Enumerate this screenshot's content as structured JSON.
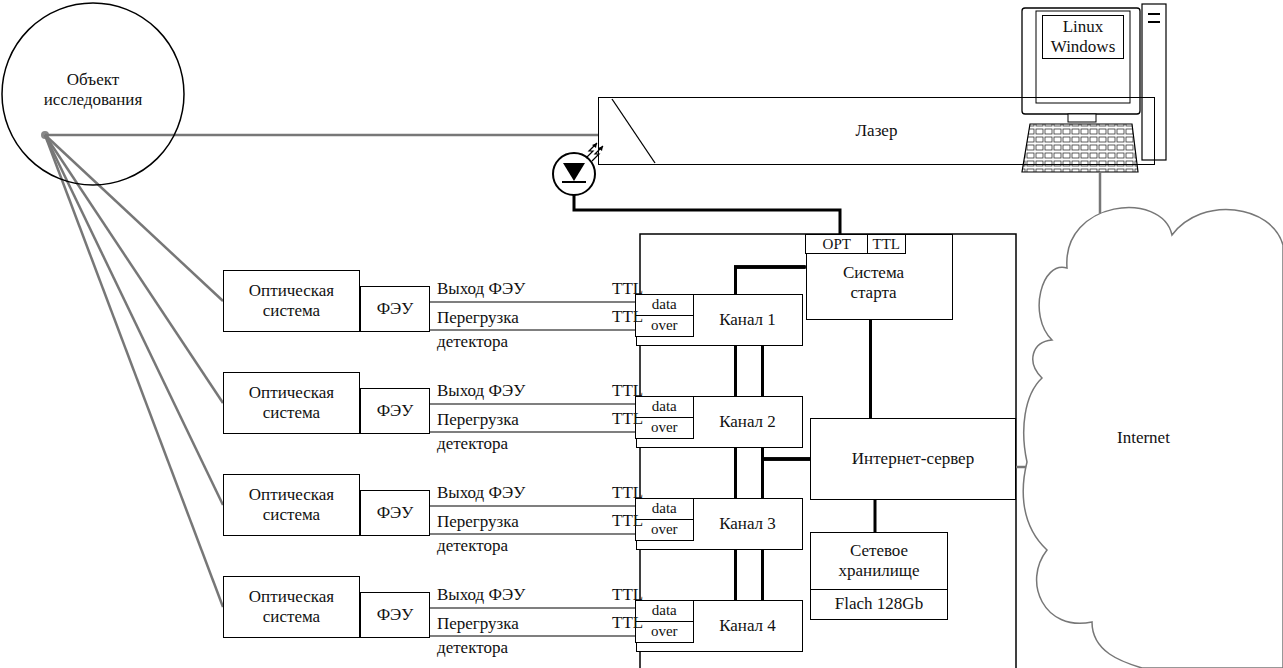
{
  "diagram": {
    "nodes": [
      {
        "text": [
          "Объект исследования"
        ]
      },
      {
        "text": [
          "Linux Windows"
        ]
      },
      {
        "text": [
          "Лазер"
        ]
      },
      {
        "text": [
          "Система старта"
        ]
      },
      {
        "text": [
          "Оптическая система"
        ]
      },
      {
        "text": [
          "ФЭУ"
        ]
      },
      {
        "text": [
          "Канал 1"
        ]
      },
      {
        "text": [
          "Оптическая система"
        ]
      },
      {
        "text": [
          "ФЭУ"
        ]
      },
      {
        "text": [
          "Канал 2"
        ]
      },
      {
        "text": [
          "Интернет-сервер"
        ]
      },
      {
        "text": [
          "Internet"
        ]
      },
      {
        "text": [
          "Оптическая система"
        ]
      },
      {
        "text": [
          "ФЭУ"
        ]
      },
      {
        "text": [
          "Канал 3"
        ]
      },
      {
        "text": [
          "Сетевое хранилище",
          "Flach 128Gb"
        ]
      },
      {
        "text": [
          "Оптическая система"
        ]
      },
      {
        "text": [
          "ФЭУ"
        ]
      },
      {
        "text": [
          "Канал 4"
        ]
      }
    ],
    "edges": [
      {
        "from": 0,
        "to": 2,
        "arrow": "none"
      },
      {
        "from": 0,
        "to": 4,
        "arrow": "none"
      },
      {
        "from": 0,
        "to": 7,
        "arrow": "none"
      },
      {
        "from": 0,
        "to": 12,
        "arrow": "none"
      },
      {
        "from": 0,
        "to": 16,
        "arrow": "none"
      },
      {
        "from": 5,
        "to": 6,
        "arrow": "none"
      },
      {
        "from": 5,
        "to": 6,
        "arrow": "none"
      },
      {
        "from": 8,
        "to": 9,
        "arrow": "none"
      },
      {
        "from": 8,
        "to": 9,
        "arrow": "none"
      },
      {
        "from": 13,
        "to": 14,
        "arrow": "none"
      },
      {
        "from": 13,
        "to": 14,
        "arrow": "none"
      },
      {
        "from": 17,
        "to": 18,
        "arrow": "none"
      },
      {
        "from": 17,
        "to": 18,
        "arrow": "none"
      },
      {
        "from": 3,
        "to": 6,
        "arrow": "none"
      },
      {
        "from": 3,
        "to": 9,
        "arrow": "none"
      },
      {
        "from": 3,
        "to": 14,
        "arrow": "none"
      },
      {
        "from": 3,
        "to": 18,
        "arrow": "none"
      },
      {
        "from": 10,
        "to": 6,
        "arrow": "none"
      },
      {
        "from": 10,
        "to": 9,
        "arrow": "none"
      },
      {
        "from": 10,
        "to": 14,
        "arrow": "none"
      },
      {
        "from": 10,
        "to": 18,
        "arrow": "none"
      },
      {
        "from": 3,
        "to": 10,
        "arrow": "none"
      },
      {
        "from": 10,
        "to": 15,
        "arrow": "none"
      },
      {
        "from": 10,
        "to": 11,
        "arrow": "none"
      },
      {
        "from": 11,
        "to": 1,
        "arrow": "none"
      }
    ],
    "labels": [
      "OPT",
      "TTL",
      "Выход ФЭУ",
      "TTL",
      "Перегрузка детектора",
      "TTL",
      "data",
      "over",
      "Выход ФЭУ",
      "TTL",
      "Перегрузка детектора",
      "TTL",
      "data",
      "over",
      "Выход ФЭУ",
      "TTL",
      "Перегрузка детектора",
      "TTL",
      "data",
      "over",
      "Выход ФЭУ",
      "TTL",
      "Перегрузка детектора",
      "TTL",
      "data",
      "over"
    ]
  }
}
